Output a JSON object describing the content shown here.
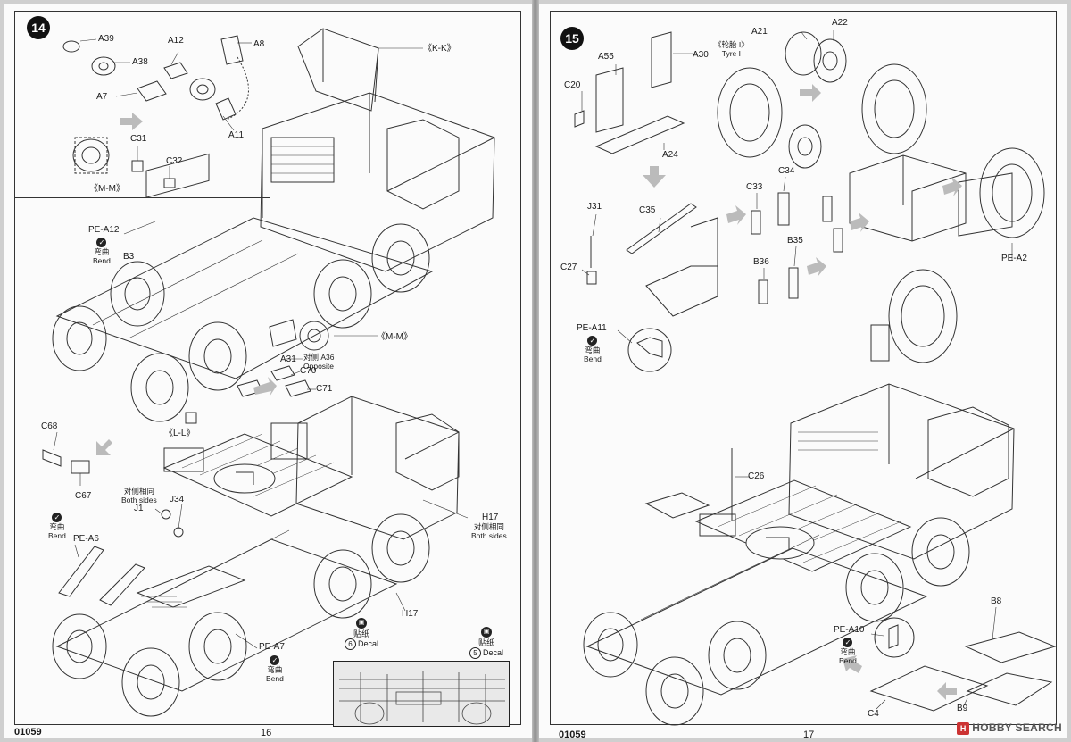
{
  "left_page": {
    "step_number": "14",
    "footer_code": "01059",
    "page_number": "16",
    "inset_labels": {
      "a39": "A39",
      "a38": "A38",
      "a12": "A12",
      "a8": "A8",
      "a7": "A7",
      "a11": "A11",
      "c31": "C31",
      "c32": "C32",
      "mm": "《M-M》"
    },
    "labels": {
      "kk": "《K-K》",
      "pe_a12": "PE-A12",
      "b3": "B3",
      "mm_main": "《M-M》",
      "a31": "A31",
      "a36_zh": "对侧 A36",
      "a36_en": "Opposite",
      "c70": "C70",
      "c71": "C71",
      "c68": "C68",
      "c67": "C67",
      "ll": "《L-L》",
      "both_zh": "对侧相同",
      "both_en": "Both sides",
      "j34": "J34",
      "j1": "J1",
      "pe_a6": "PE-A6",
      "h17": "H17",
      "h17_zh": "对侧相同",
      "h17_en": "Both sides",
      "h17_lower": "H17",
      "pe_a7": "PE-A7"
    },
    "bend_zh": "弯曲",
    "bend_en": "Bend",
    "decal_zh": "贴纸",
    "decal_en": "Decal",
    "decal6": "6",
    "decal5": "5"
  },
  "right_page": {
    "step_number": "15",
    "footer_code": "01059",
    "page_number": "17",
    "labels": {
      "a55": "A55",
      "a30": "A30",
      "c20": "C20",
      "a24": "A24",
      "tyre_zh": "《轮胎 I》",
      "tyre_en": "Tyre I",
      "a21": "A21",
      "a22": "A22",
      "j31": "J31",
      "c35": "C35",
      "c27": "C27",
      "pe_a11": "PE-A11",
      "c33": "C33",
      "c34": "C34",
      "b35": "B35",
      "b36": "B36",
      "pe_a2": "PE-A2",
      "c26": "C26",
      "pe_a10": "PE-A10",
      "b8": "B8",
      "b9": "B9",
      "c4": "C4"
    },
    "bend_zh": "弯曲",
    "bend_en": "Bend",
    "watermark": "HOBBY SEARCH"
  }
}
